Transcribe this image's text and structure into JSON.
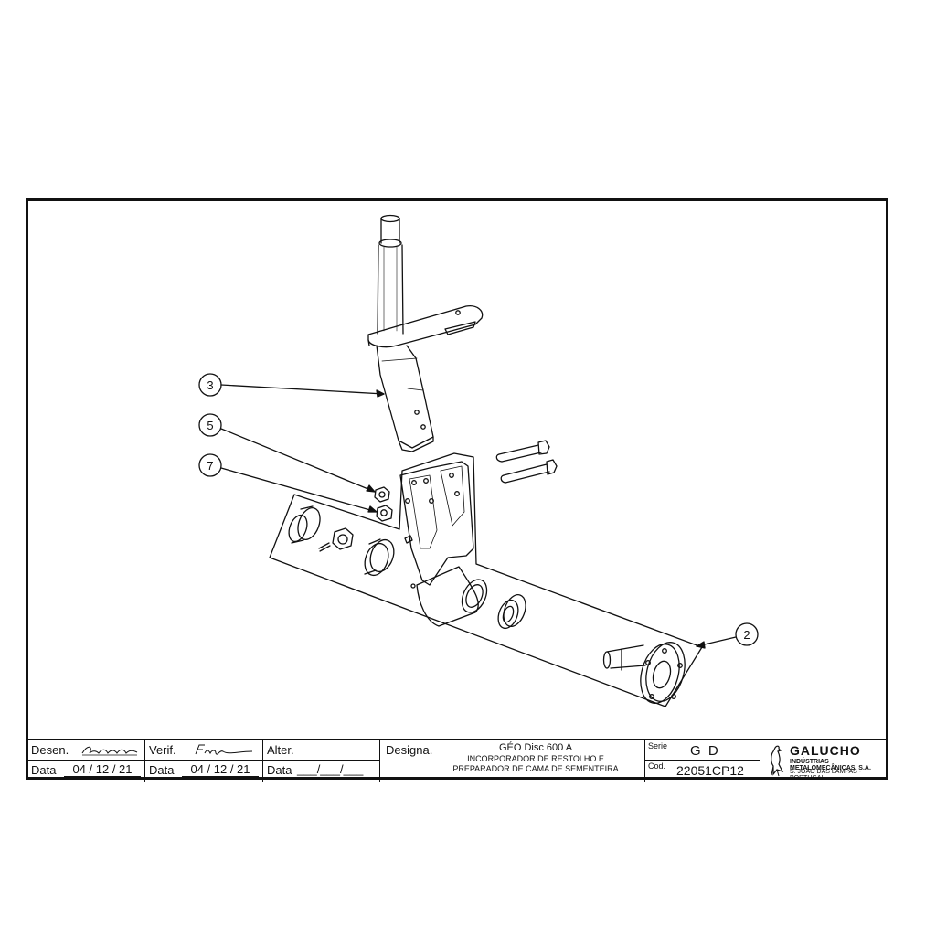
{
  "drawing": {
    "callouts": [
      {
        "number": "3"
      },
      {
        "number": "5"
      },
      {
        "number": "7"
      },
      {
        "number": "2"
      }
    ]
  },
  "title_block": {
    "desen_label": "Desen.",
    "desen_data_label": "Data",
    "desen_date": "04 / 12 / 21",
    "verif_label": "Verif.",
    "verif_data_label": "Data",
    "verif_date": "04 / 12 / 21",
    "alter_label": "Alter.",
    "alter_data_label": "Data",
    "alter_date": "___/___/___",
    "designa_label": "Designa.",
    "designation_title": "GÉO Disc 600 A",
    "designation_line1": "INCORPORADOR DE RESTOLHO E",
    "designation_line2": "PREPARADOR DE CAMA DE SEMENTEIRA",
    "serie_label": "Serie",
    "serie_value": "G D",
    "cod_label": "Cod.",
    "cod_value": "22051CP12",
    "company_name": "GALUCHO",
    "company_subtitle": "INDÚSTRIAS METALOMECÂNICAS, S.A.",
    "company_location": "S. JOÃO DAS LAMPAS - PORTUGAL"
  }
}
